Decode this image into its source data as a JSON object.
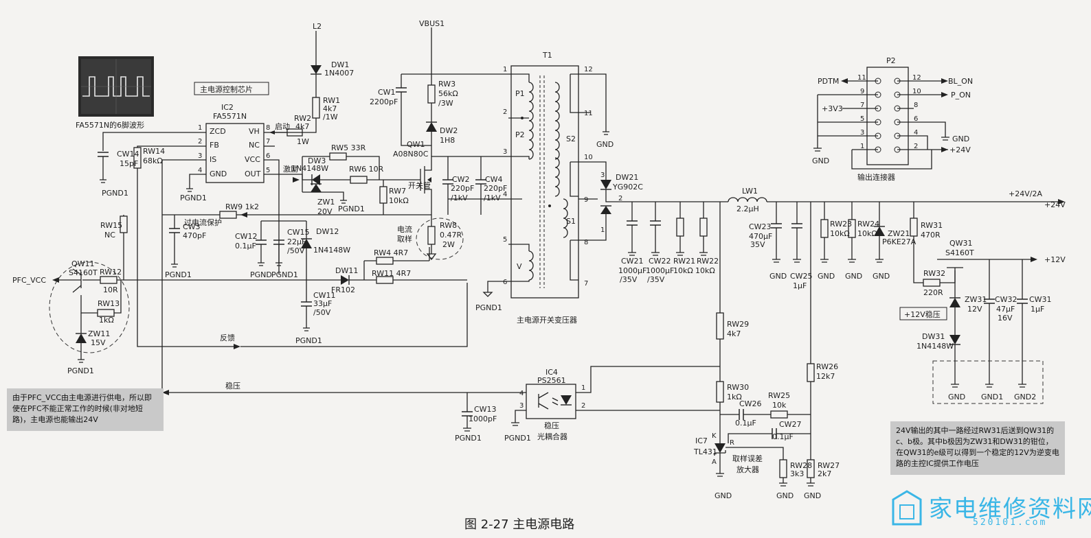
{
  "caption": "图 2-27   主电源电路",
  "scope": {
    "title": "FA5571N的6脚波形"
  },
  "notes": {
    "pfc": "由于PFC_VCC由主电源进行供电，所以即使在PFC不能正常工作的时候(非对地短路)，主电源也能输出24V",
    "out12": "24V输出的其中一路经过RW31后送到QW31的c、b极。其中b极因为ZW31和DW31的钳位，在QW31的e级可以得到一个稳定的12V为逆变电路的主控IC提供工作电压"
  },
  "boxes": {
    "ic2_tag": "主电源控制芯片",
    "reg12_tag": "+12V稳压"
  },
  "watermark": "家电维修资料网 520101.com",
  "logo": {
    "text": "家电维修资料网",
    "sub": "520101.com"
  },
  "labels": {
    "L2": "L2",
    "VBUS1": "VBUS1",
    "T1": "T1",
    "P2": "P2",
    "DW1": "DW1",
    "DW1v": "1N4007",
    "RW1": "RW1",
    "RW1v": "4k7",
    "RW1w": "/1W",
    "RW2": "RW2",
    "RW2v": "4k7",
    "RW2w": "1W",
    "qidong": "启动",
    "IC2": "IC2",
    "IC2v": "FA5571N",
    "ZCD": "ZCD",
    "FB": "FB",
    "IS": "IS",
    "GND": "GND",
    "VH": "VH",
    "NC": "NC",
    "VCC": "VCC",
    "OUT": "OUT",
    "p1": "1",
    "p2": "2",
    "p3": "3",
    "p4": "4",
    "p5": "5",
    "p6": "6",
    "p7": "7",
    "p8": "8",
    "CW14": "CW14",
    "CW14v": "15pF",
    "RW14": "RW14",
    "RW14v": "68kΩ",
    "PGND1": "PGND1",
    "RW9": "RW9 1k2",
    "guoliu": "过电流保护",
    "CW3": "CW3",
    "CW3v": "470pF",
    "CW12": "CW12",
    "CW12v": "0.1μF",
    "CW15": "CW15",
    "CW15v": "22μF",
    "CW15w": "/50V",
    "DW12": "DW12",
    "DW12v": "1N4148W",
    "PGND": "PGND",
    "RW15": "RW15",
    "RW15v": "NC",
    "QW11": "QW11",
    "QW11v": "S4160T",
    "RW12": "RW12",
    "RW12v": "10R",
    "RW13": "RW13",
    "RW13v": "1kΩ",
    "ZW11": "ZW11",
    "ZW11v": "15V",
    "PFC_VCC": "PFC_VCC",
    "DW11": "DW11",
    "DW11v": "FR102",
    "RW4": "RW4  4R7",
    "RW11": "RW11  4R7",
    "CW11": "CW11",
    "CW11v": "33μF",
    "CW11w": "/50V",
    "fankui": "反馈",
    "wenya": "稳压",
    "jili": "激励",
    "RW5": "RW5  33R",
    "DW3": "DW3",
    "DW3v": "1N4148W",
    "RW6": "RW6  10R",
    "ZW1": "ZW1",
    "ZW1v": "20V",
    "RW7": "RW7",
    "RW7v": "10kΩ",
    "CW1": "CW1",
    "CW1v": "2200pF",
    "RW3": "RW3",
    "RW3v": "56kΩ",
    "RW3w": "/3W",
    "DW2": "DW2",
    "DW2v": "1H8",
    "QW1": "QW1",
    "QW1v": "A08N80C",
    "kaiguan": "开关管",
    "CW2": "CW2",
    "CW2v": "220pF",
    "CW2w": "/1kV",
    "CW4": "CW4",
    "CW4v": "220pF",
    "CW4w": "/1kV",
    "RW8": "RW8",
    "RW8v": "0.47R",
    "RW8w": "2W",
    "dianliu": "电流",
    "quyang": "取样",
    "P1": "P1",
    "Pp2": "P2",
    "V": "V",
    "S1": "S1",
    "S2": "S2",
    "t1": "1",
    "t2": "2",
    "t3": "3",
    "t4": "4",
    "t5": "5",
    "t6": "6",
    "t7": "7",
    "t8": "8",
    "t9": "9",
    "t10": "10",
    "t11": "11",
    "t12": "12",
    "trans": "主电源开关变压器",
    "DW21": "DW21",
    "DW21v": "YG902C",
    "CW21": "CW21",
    "CW21v": "1000μF",
    "CW21w": "/35V",
    "CW22": "CW22",
    "CW22v": "1000μF",
    "CW22w": "/35V",
    "RW21": "RW21",
    "RW21v": "10kΩ",
    "RW22": "RW22",
    "RW22v": "10kΩ",
    "LW1": "LW1",
    "LW1v": "2.2μH",
    "CW23": "CW23",
    "CW23v": "470μF",
    "CW23w": "35V",
    "CW25": "CW25",
    "CW25v": "1μF",
    "RW23": "RW23",
    "RW23v": "10kΩ",
    "RW24": "RW24",
    "RW24v": "10kΩ",
    "ZW21": "ZW21",
    "ZW21v": "P6KE27A",
    "RW31": "RW31",
    "RW31v": "470R",
    "QW31": "QW31",
    "QW31v": "S4160T",
    "RW32": "RW32",
    "RW32v": "220R",
    "ZW31": "ZW31",
    "ZW31v": "12V",
    "CW32": "CW32",
    "CW32v": "47μF",
    "CW32w": "16V",
    "CW31": "CW31",
    "CW31v": "1μF",
    "DW31": "DW31",
    "DW31v": "1N4148W",
    "out24a": "+24V/2A",
    "out24": "+24V",
    "out12": "+12V",
    "GNDa": "GND",
    "GND1": "GND1",
    "GND2": "GND2",
    "RW29": "RW29",
    "RW29v": "4k7",
    "RW30": "RW30",
    "RW30v": "1kΩ",
    "RW26": "RW26",
    "RW26v": "12k7",
    "CW26": "CW26",
    "CW26v": "0.1μF",
    "RW25": "RW25",
    "RW25v": "10k",
    "CW27": "CW27",
    "CW27v": "0.1μF",
    "IC7": "IC7",
    "IC7v": "TL431",
    "K": "K",
    "R": "R",
    "A": "A",
    "wucha1": "取样误差",
    "wucha2": "放大器",
    "RW28": "RW28",
    "RW28v": "3k3",
    "RW27": "RW27",
    "RW27v": "2k7",
    "IC4": "IC4",
    "IC4v": "PS2561",
    "oc1": "稳压",
    "oc2": "光耦合器",
    "CW13": "CW13",
    "CW13v": "1000pF",
    "PDTM": "PDTM",
    "BL_ON": "BL_ON",
    "P_ON": "P_ON",
    "3V3": "+3V3",
    "c24": "+24V",
    "cGND": "GND",
    "conn": "输出连接器",
    "c1": "1",
    "c2": "2",
    "c3": "3",
    "c4": "4",
    "c5": "5",
    "c6": "6",
    "c7": "7",
    "c8": "8",
    "c9": "9",
    "c10": "10",
    "c11": "11",
    "c12": "12"
  }
}
